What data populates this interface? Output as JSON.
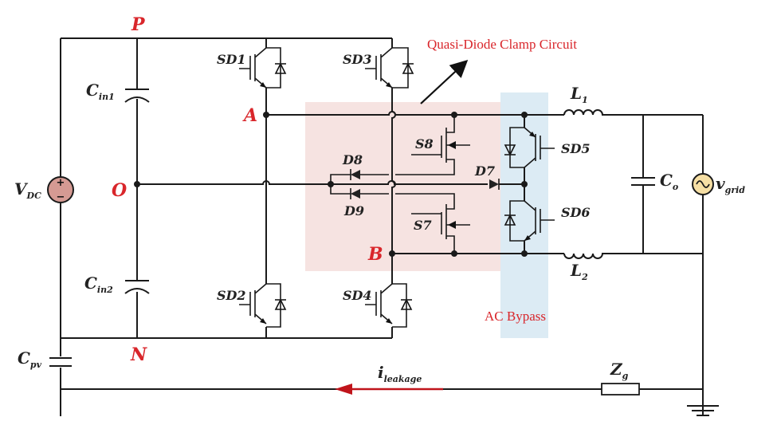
{
  "title": "Quasi-Diode Clamp inverter with AC Bypass",
  "colors": {
    "wire": "#1a1a1a",
    "node_label": "#d9262b",
    "annotation": "#d9262b",
    "clamp_region": "#f6e3e1",
    "bypass_region": "#dcebf4",
    "dc_source_fill": "#d59a93",
    "ac_source_fill": "#f6dfa4",
    "leakage_arrow": "#c0141b"
  },
  "nodes": {
    "P": "P",
    "N": "N",
    "O": "O",
    "A": "A",
    "B": "B"
  },
  "sources": {
    "vdc": {
      "main": "V",
      "sub": "DC"
    },
    "vgrid": {
      "main": "v",
      "sub": "grid"
    }
  },
  "capacitors": {
    "cin1": {
      "main": "C",
      "sub": "in1"
    },
    "cin2": {
      "main": "C",
      "sub": "in2"
    },
    "cpv": {
      "main": "C",
      "sub": "pv"
    },
    "co": {
      "main": "C",
      "sub": "o"
    }
  },
  "inductors": {
    "l1": {
      "main": "L",
      "sub": "1"
    },
    "l2": {
      "main": "L",
      "sub": "2"
    }
  },
  "impedance": {
    "zg": {
      "main": "Z",
      "sub": "g"
    }
  },
  "switches": {
    "sd1": "SD1",
    "sd2": "SD2",
    "sd3": "SD3",
    "sd4": "SD4",
    "sd5": "SD5",
    "sd6": "SD6",
    "s7": "S7",
    "s8": "S8"
  },
  "diodes": {
    "d7": "D7",
    "d8": "D8",
    "d9": "D9"
  },
  "current": {
    "leakage": {
      "main": "i",
      "sub": "leakage"
    }
  },
  "annotations": {
    "clamp": "Quasi-Diode Clamp Circuit",
    "bypass": "AC Bypass"
  }
}
